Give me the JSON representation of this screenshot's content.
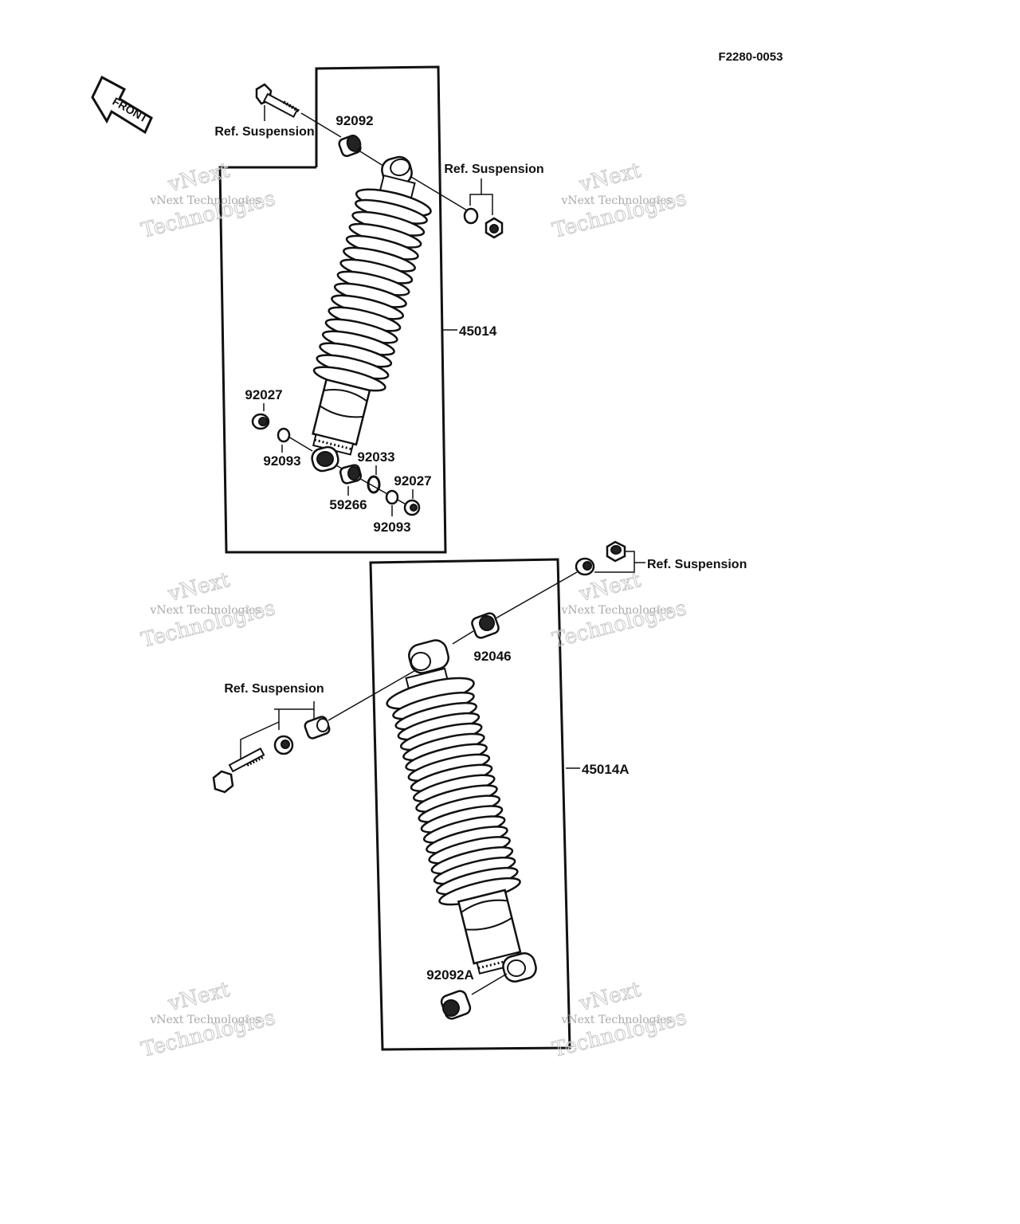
{
  "figure_code": "F2280-0053",
  "front_arrow_label": "FRONT",
  "watermark": {
    "line1": "vNext",
    "line2": "vNext Technologies",
    "line3": "Technologies"
  },
  "upper_assembly": {
    "ref_bolt": "Ref. Suspension",
    "ref_nut": "Ref. Suspension",
    "top_collar": "92092",
    "shock": "45014",
    "seal_left": "92027",
    "washer_left": "92093",
    "bushing": "59266",
    "ring": "92033",
    "seal_right": "92027",
    "washer_right": "92093"
  },
  "lower_assembly": {
    "ref_nut": "Ref. Suspension",
    "collar": "92046",
    "ref_bolt": "Ref. Suspension",
    "shock": "45014A",
    "bottom_collar": "92092A"
  }
}
